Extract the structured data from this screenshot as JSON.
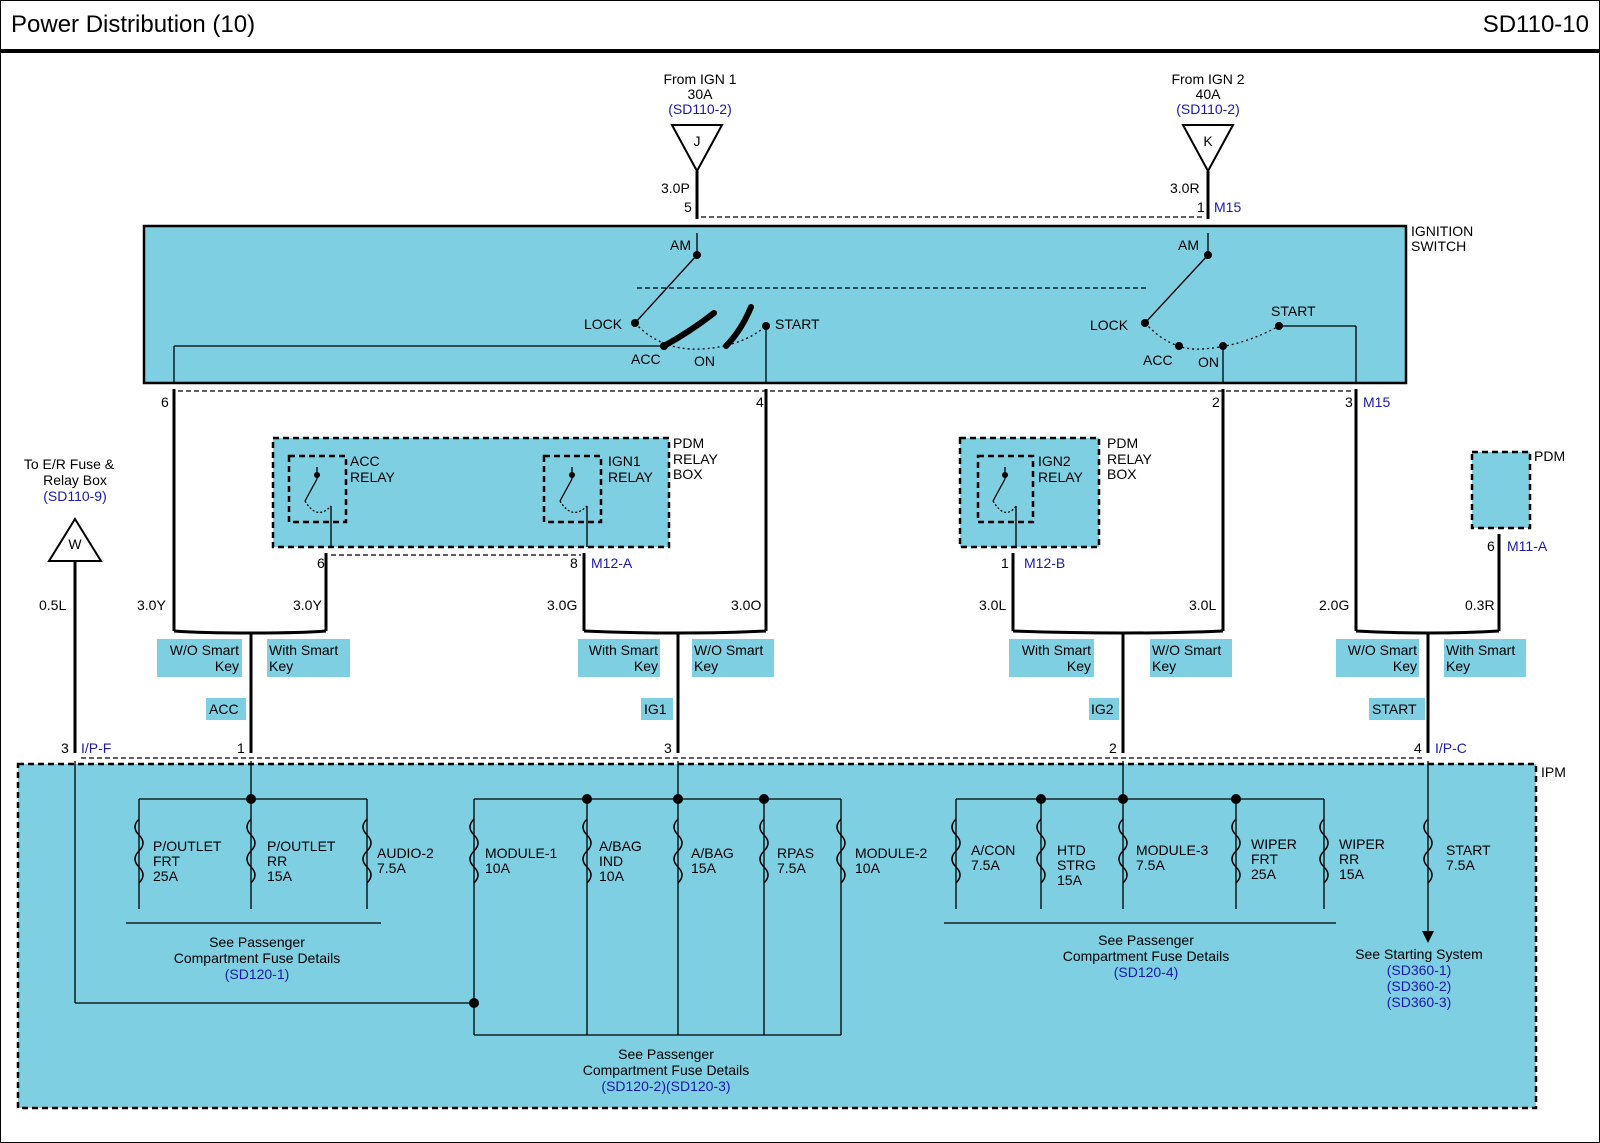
{
  "header": {
    "title": "Power Distribution (10)",
    "code": "SD110-10"
  },
  "colors": {
    "component_fill": "#7ecfe2",
    "wire": "#000000",
    "reference": "#1a1aa6",
    "frame": "#000000"
  },
  "sources": {
    "ign1": {
      "line1": "From IGN 1",
      "line2": "30A",
      "ref": "(SD110-2)",
      "marker": "J",
      "wire": "3.0P",
      "pin": "5"
    },
    "ign2": {
      "line1": "From IGN 2",
      "line2": "40A",
      "ref": "(SD110-2)",
      "marker": "K",
      "wire": "3.0R",
      "pin": "1",
      "connector": "M15"
    }
  },
  "ignition_switch": {
    "title1": "IGNITION",
    "title2": "SWITCH",
    "left": {
      "am": "AM",
      "lock": "LOCK",
      "acc": "ACC",
      "on": "ON",
      "start": "START"
    },
    "right": {
      "am": "AM",
      "lock": "LOCK",
      "acc": "ACC",
      "on": "ON",
      "start": "START"
    },
    "pins": {
      "p6": "6",
      "p4": "4",
      "p2": "2",
      "p3": "3"
    },
    "connector": "M15"
  },
  "pdm_box_a": {
    "label1": "PDM",
    "label2": "RELAY",
    "label3": "BOX",
    "relay1_l1": "ACC",
    "relay1_l2": "RELAY",
    "relay2_l1": "IGN1",
    "relay2_l2": "RELAY",
    "pin_a": "6",
    "pin_b": "8",
    "connector": "M12-A"
  },
  "pdm_box_b": {
    "label1": "PDM",
    "label2": "RELAY",
    "label3": "BOX",
    "relay_l1": "IGN2",
    "relay_l2": "RELAY",
    "pin": "1",
    "connector": "M12-B"
  },
  "pdm": {
    "label": "PDM",
    "pin": "6",
    "connector": "M11-A"
  },
  "er_box": {
    "line1": "To E/R Fuse &",
    "line2": "Relay Box",
    "ref": "(SD110-9)",
    "marker": "W",
    "wire": "0.5L"
  },
  "wires": {
    "w1": "3.0Y",
    "w2": "3.0Y",
    "w3": "3.0G",
    "w4": "3.0O",
    "w5": "3.0L",
    "w6": "3.0L",
    "w7": "2.0G",
    "w8": "0.3R"
  },
  "options": {
    "o1": {
      "l1": "W/O Smart",
      "l2": "Key"
    },
    "o2": {
      "l1": "With Smart",
      "l2": "Key"
    },
    "o3": {
      "l1": "With Smart",
      "l2": "Key"
    },
    "o4": {
      "l1": "W/O Smart",
      "l2": "Key"
    },
    "o5": {
      "l1": "With Smart",
      "l2": "Key"
    },
    "o6": {
      "l1": "W/O Smart",
      "l2": "Key"
    },
    "o7": {
      "l1": "W/O Smart",
      "l2": "Key"
    },
    "o8": {
      "l1": "With Smart",
      "l2": "Key"
    }
  },
  "circuits": {
    "acc": "ACC",
    "ig1": "IG1",
    "ig2": "IG2",
    "start": "START"
  },
  "ipm": {
    "label": "IPM",
    "pins": {
      "ipf": "3",
      "acc": "1",
      "ig1": "3",
      "ig2": "2",
      "ipc": "4"
    },
    "conn_ipf": "I/P-F",
    "conn_ipc": "I/P-C",
    "fuses": [
      {
        "l1": "P/OUTLET",
        "l2": "FRT",
        "l3": "25A"
      },
      {
        "l1": "P/OUTLET",
        "l2": "RR",
        "l3": "15A"
      },
      {
        "l1": "AUDIO-2",
        "l2": "7.5A",
        "l3": ""
      },
      {
        "l1": "MODULE-1",
        "l2": "10A",
        "l3": ""
      },
      {
        "l1": "A/BAG",
        "l2": "IND",
        "l3": "10A"
      },
      {
        "l1": "A/BAG",
        "l2": "15A",
        "l3": ""
      },
      {
        "l1": "RPAS",
        "l2": "7.5A",
        "l3": ""
      },
      {
        "l1": "MODULE-2",
        "l2": "10A",
        "l3": ""
      },
      {
        "l1": "A/CON",
        "l2": "7.5A",
        "l3": ""
      },
      {
        "l1": "HTD",
        "l2": "STRG",
        "l3": "15A"
      },
      {
        "l1": "MODULE-3",
        "l2": "7.5A",
        "l3": ""
      },
      {
        "l1": "WIPER",
        "l2": "FRT",
        "l3": "25A"
      },
      {
        "l1": "WIPER",
        "l2": "RR",
        "l3": "15A"
      },
      {
        "l1": "START",
        "l2": "7.5A",
        "l3": ""
      }
    ],
    "notes": {
      "n1": {
        "l1": "See Passenger",
        "l2": "Compartment Fuse Details",
        "ref": "(SD120-1)"
      },
      "n2": {
        "l1": "See Passenger",
        "l2": "Compartment Fuse Details",
        "ref": "(SD120-2)(SD120-3)"
      },
      "n3": {
        "l1": "See Passenger",
        "l2": "Compartment Fuse Details",
        "ref": "(SD120-4)"
      },
      "n4": {
        "l1": "See Starting System",
        "r1": "(SD360-1)",
        "r2": "(SD360-2)",
        "r3": "(SD360-3)"
      }
    }
  }
}
